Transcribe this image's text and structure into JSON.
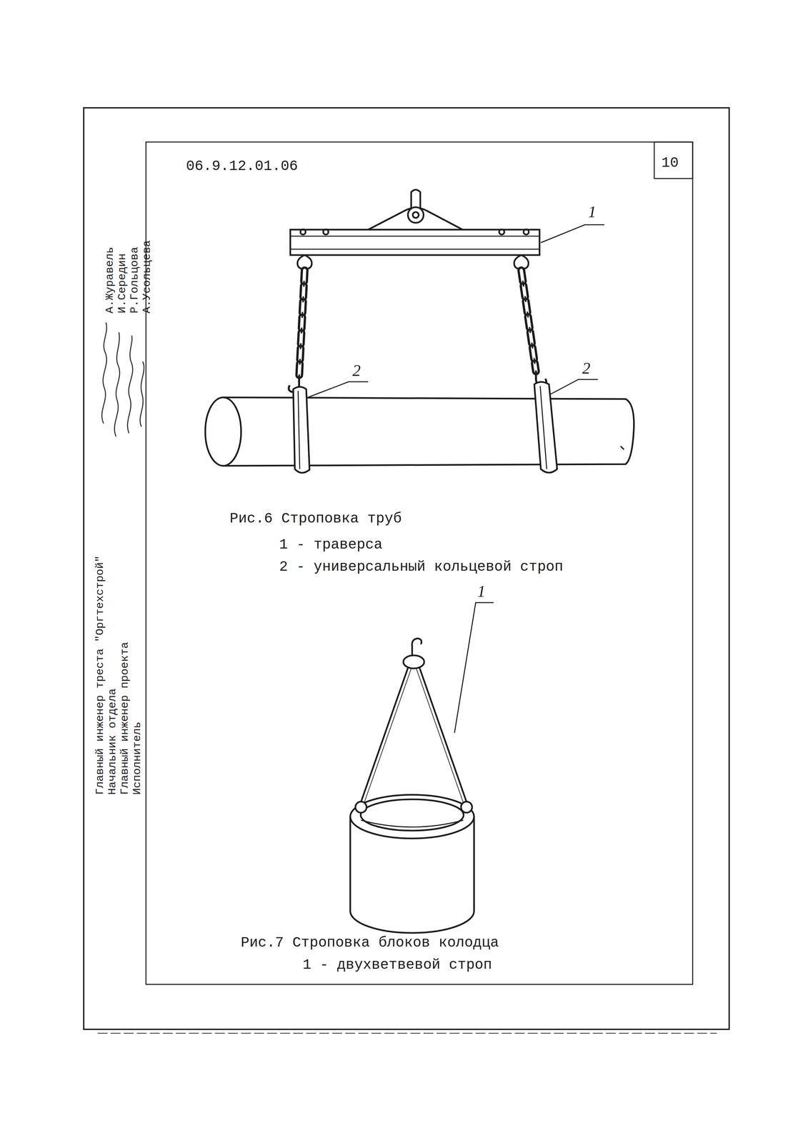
{
  "diagram": {
    "labels": [
      "06.9.12.01.06",
      "10",
      "Главный инженер треста \"Оргтехстрой\"",
      "Начальник отдела",
      "Главный инженер проекта",
      "Исполнитель",
      "А.Журавель",
      "И.Середин",
      "Р.Гольцова",
      "А.Усольцева",
      "1",
      "2",
      "2",
      "Рис.6 Строповка труб",
      "1 - траверса",
      "2 - универсальный кольцевой строп",
      "1",
      "Рис.7 Строповка блоков колодца",
      "1 - двухветвевой строп"
    ]
  }
}
